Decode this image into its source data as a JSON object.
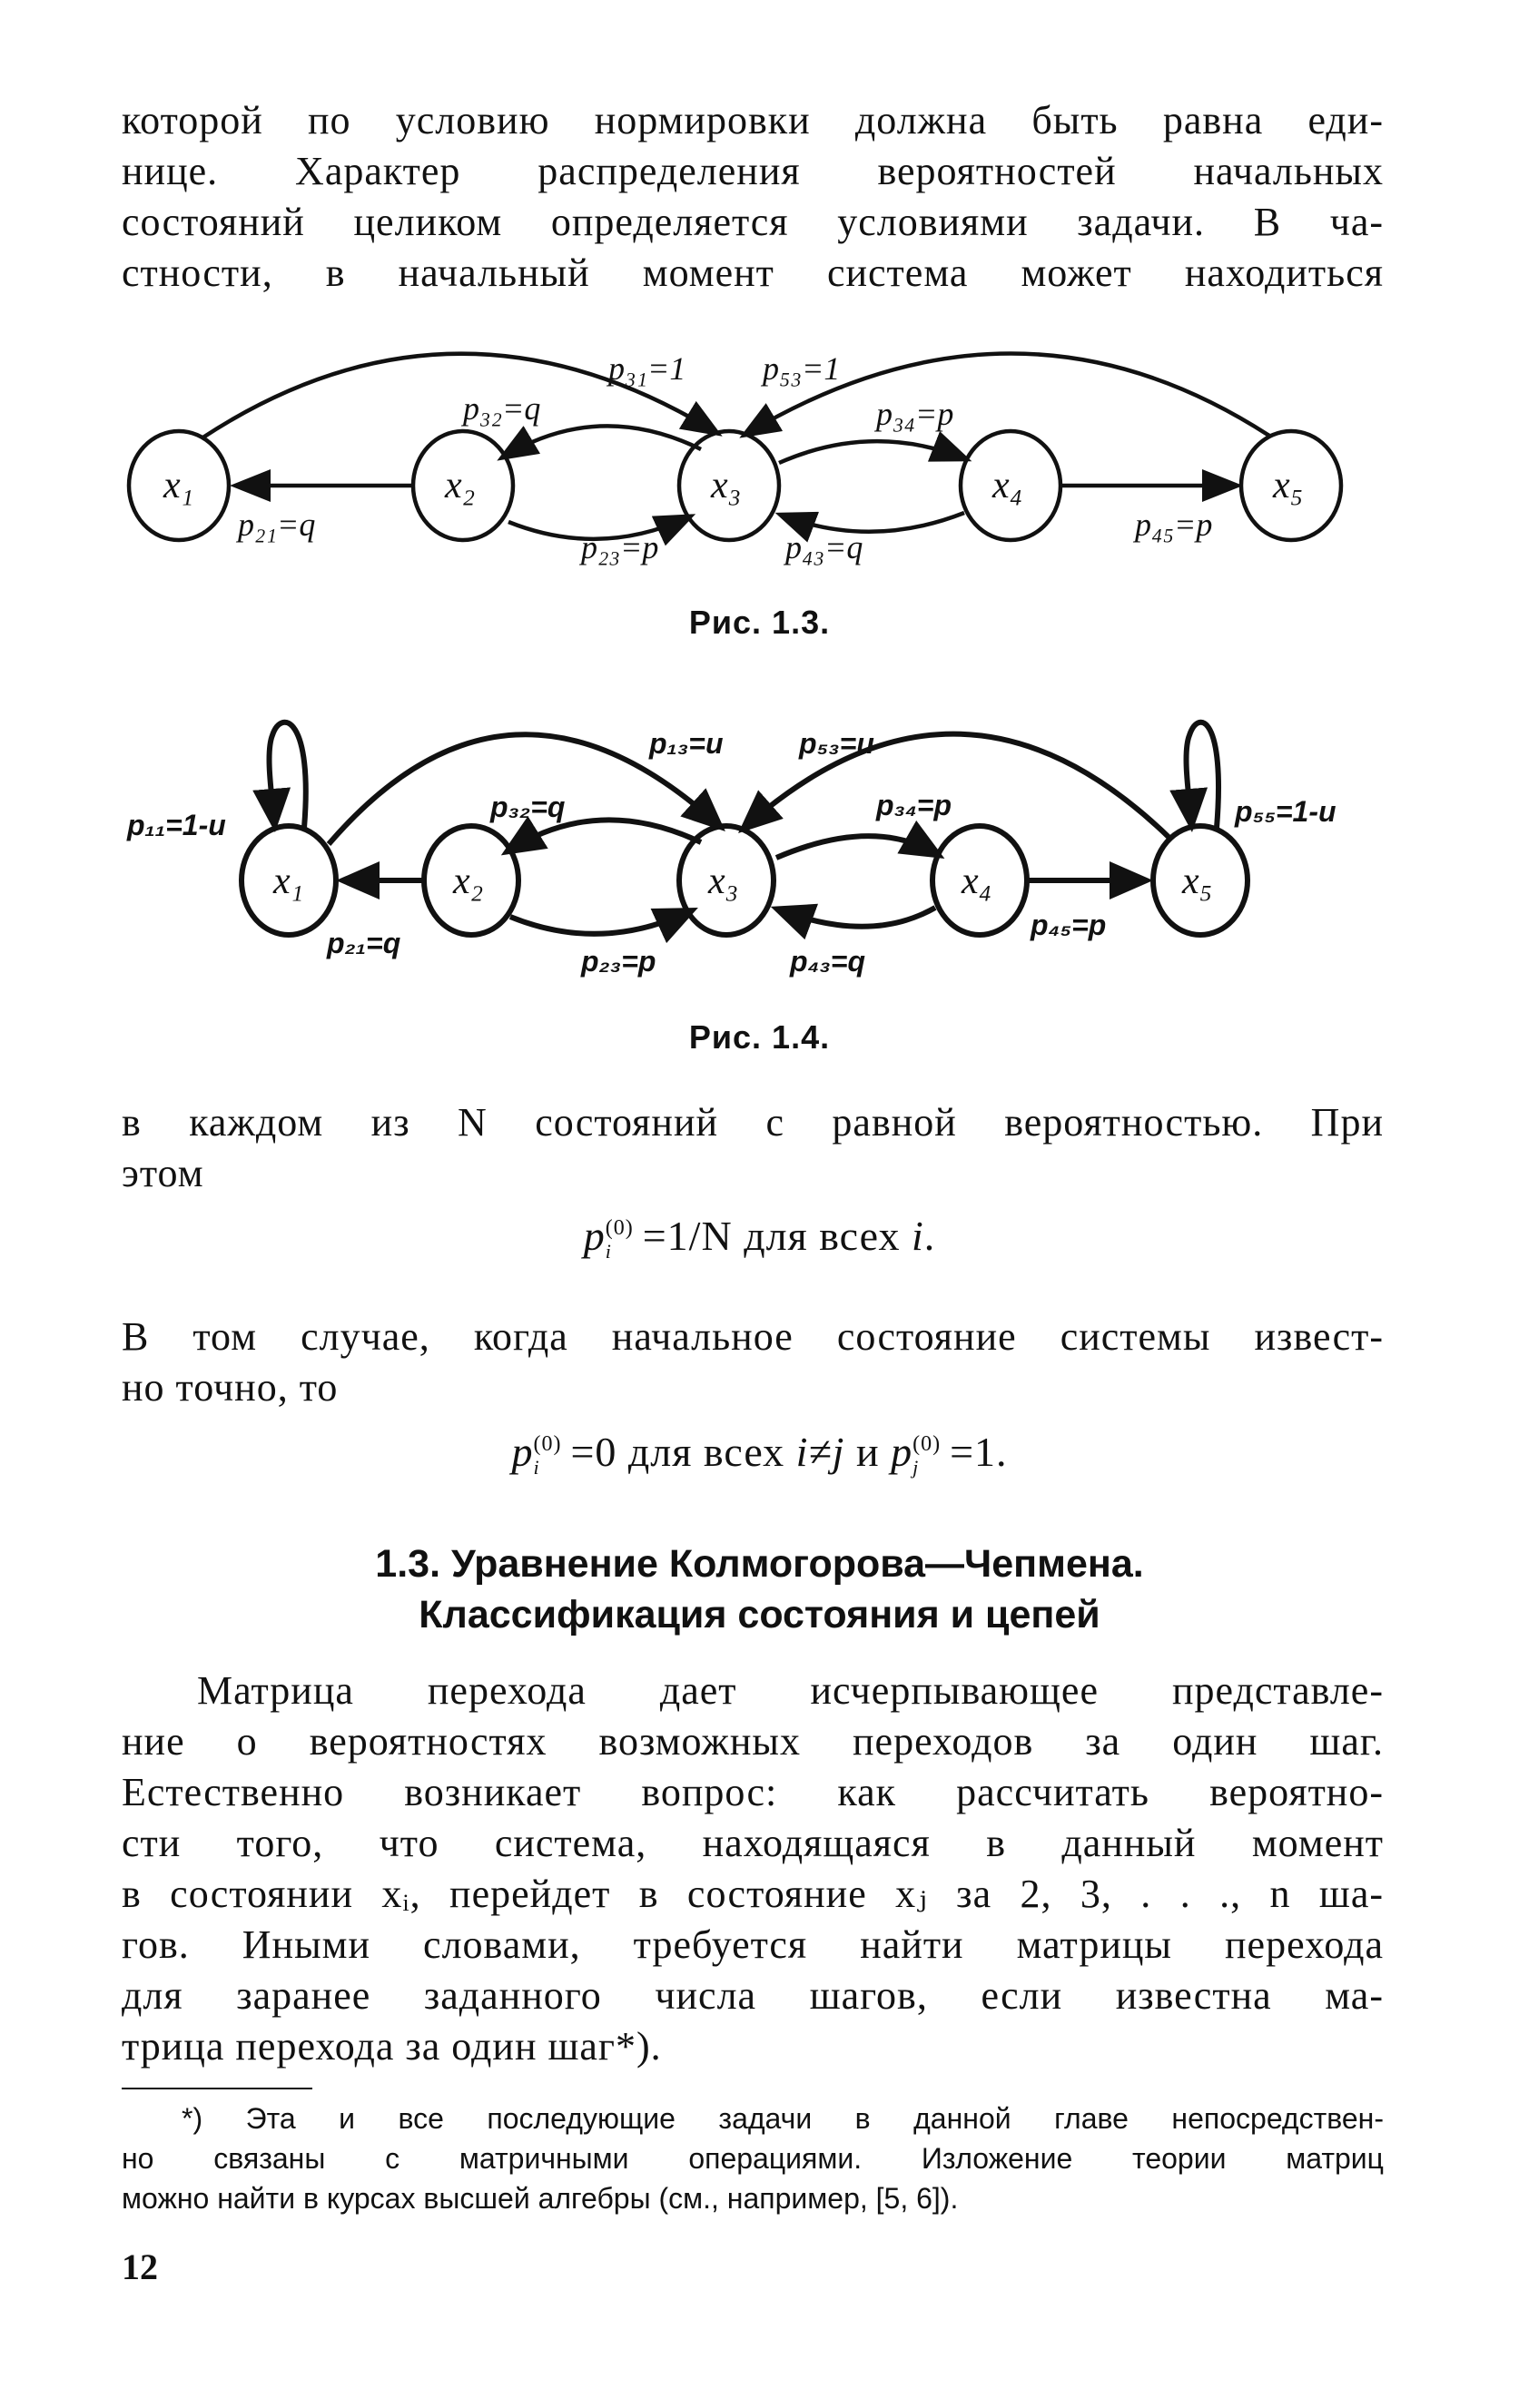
{
  "para1": {
    "lines": [
      "которой по условию нормировки должна быть равна еди-",
      "нице. Характер распределения вероятностей начальных",
      "состояний целиком определяется условиями задачи. В ча-",
      "стности, в начальный момент система может находиться"
    ]
  },
  "fig13": {
    "caption": "Рис. 1.3.",
    "nodes": [
      "x₁",
      "x₂",
      "x₃",
      "x₄",
      "x₅"
    ],
    "labels": {
      "p31": "p₃₁=1",
      "p53": "p₅₃=1",
      "p32": "p₃₂=q",
      "p34": "p₃₄=p",
      "p21": "p₂₁=q",
      "p23": "p₂₃=p",
      "p43": "p₄₃=q",
      "p45": "p₄₅=p"
    }
  },
  "fig14": {
    "caption": "Рис. 1.4.",
    "nodes": [
      "x₁",
      "x₂",
      "x₃",
      "x₄",
      "x₅"
    ],
    "labels": {
      "p11": "p₁₁=1-u",
      "p13": "p₁₃=u",
      "p53": "p₅₃=u",
      "p32": "p₃₂=q",
      "p34": "p₃₄=p",
      "p55": "p₅₅=1-u",
      "p21": "p₂₁=q",
      "p23": "p₂₃=p",
      "p43": "p₄₃=q",
      "p45": "p₄₅=p"
    }
  },
  "para2": {
    "lines": [
      "в каждом из N состояний с равной  вероятностью. При",
      "этом"
    ]
  },
  "formula1": {
    "p": "p",
    "sup": "(0)",
    "sub": "i",
    "rest": "=1/N",
    "text": " для всех ",
    "i": "i",
    "end": "."
  },
  "para3": {
    "lines": [
      "В том случае, когда начальное состояние системы извест-",
      "но точно, то"
    ]
  },
  "formula2": {
    "p": "p",
    "sup": "(0)",
    "sub": "i",
    "rest": "=0",
    "text": " для всех ",
    "cond": "i≠j",
    "and": " и ",
    "p2": "p",
    "sup2": "(0)",
    "sub2": "j",
    "rest2": "=1."
  },
  "section": {
    "line1": "1.3.  Уравнение Колмогорова—Чепмена.",
    "line2": "Классификация состояния и цепей"
  },
  "para4": {
    "lines": [
      "Матрица перехода дает исчерпывающее представле-",
      "ние о вероятностях возможных переходов за один шаг.",
      "Естественно возникает вопрос: как рассчитать вероятно-",
      "сти того, что система, находящаяся в данный момент",
      "в состоянии xᵢ, перейдет в состояние xⱼ за 2, 3, . . ., n ша-",
      "гов. Иными словами, требуется найти матрицы перехода",
      "для заранее заданного числа шагов, если известна ма-",
      "трица перехода за один шаг*)."
    ]
  },
  "footnote": {
    "lines": [
      "*) Эта и все последующие задачи в данной главе непосредствен-",
      "но связаны с матричными операциями. Изложение теории матриц",
      "можно найти в курсах высшей алгебры (см., например, [5, 6])."
    ]
  },
  "page_number": "12"
}
